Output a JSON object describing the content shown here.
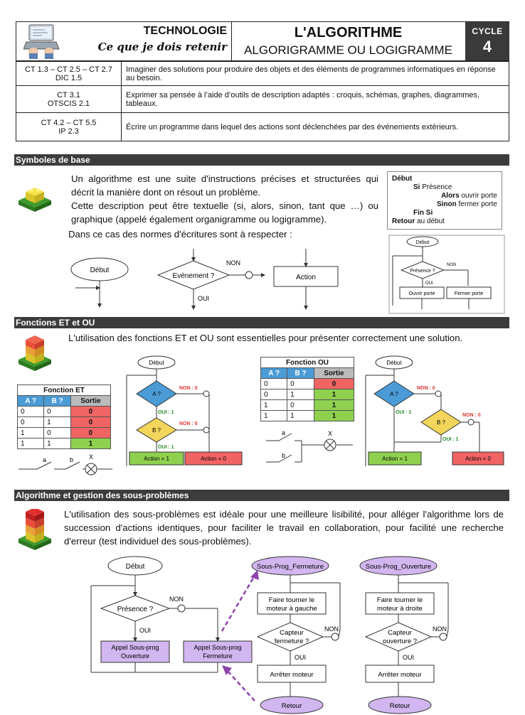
{
  "header": {
    "technologie": "TECHNOLOGIE",
    "subtitle": "Ce que je dois retenir",
    "title": "L'ALGORITHME",
    "subtitle2": "ALGORIGRAMME OU LOGIGRAMME",
    "cycle_label": "CYCLE",
    "cycle_num": "4"
  },
  "refs": [
    {
      "code1": "CT 1.3 – CT 2.5 – CT 2.7",
      "code2": "DIC 1.5",
      "text": "Imaginer des solutions pour produire des objets et des éléments de programmes informatiques en réponse au besoin."
    },
    {
      "code1": "CT 3.1",
      "code2": "OTSCIS 2.1",
      "text": "Exprimer sa pensée à l’aide d’outils de description adaptés : croquis, schémas, graphes, diagrammes, tableaux."
    },
    {
      "code1": "CT 4.2 – CT 5.5",
      "code2": "IP 2.3",
      "text": "Écrire un programme dans lequel des actions sont déclenchées par des événements extérieurs."
    }
  ],
  "section1": {
    "title": "Symboles de base",
    "p1": "Un algorithme est une suite d'instructions précises et structurées qui décrit la manière dont on résout un problème.",
    "p2": "Cette description peut être textuelle (si, alors, sinon, tant que …) ou graphique (appelé également organigramme ou logigramme).",
    "p3": "Dans ce cas des normes d'écritures sont à respecter :",
    "debut": "Début",
    "evenement": "Evènement ?",
    "non": "NON",
    "oui": "OUI",
    "action": "Action",
    "pseudo": {
      "l1": "Début",
      "l2a": "Si",
      "l2b": " Présence",
      "l3a": "Alors",
      "l3b": " ouvrir porte",
      "l4a": "Sinon",
      "l4b": " fermer porte",
      "l5": "Fin Si",
      "l6a": "Retour",
      "l6b": " au début"
    },
    "mini": {
      "debut": "Début",
      "presence": "Présence ?",
      "non": "NON",
      "oui": "OUI",
      "ouvrir": "Ouvrir porte",
      "fermer": "Fermer porte"
    }
  },
  "section2": {
    "title": "Fonctions ET et OU",
    "p1": "L'utilisation des fonctions ET et OU sont essentielles pour présenter correctement une solution.",
    "et": {
      "caption": "Fonction ET",
      "h": [
        "A ?",
        "B ?",
        "Sortie"
      ],
      "rows": [
        [
          "0",
          "0",
          "0"
        ],
        [
          "0",
          "1",
          "0"
        ],
        [
          "1",
          "0",
          "0"
        ],
        [
          "1",
          "1",
          "1"
        ]
      ]
    },
    "ou": {
      "caption": "Fonction OU",
      "h": [
        "A ?",
        "B ?",
        "Sortie"
      ],
      "rows": [
        [
          "0",
          "0",
          "0"
        ],
        [
          "0",
          "1",
          "1"
        ],
        [
          "1",
          "0",
          "1"
        ],
        [
          "1",
          "1",
          "1"
        ]
      ]
    },
    "flow": {
      "debut": "Début",
      "a": "A ?",
      "b": "B ?",
      "non0": "NON : 0",
      "oui1": "OUI : 1",
      "act1": "Action = 1",
      "act0": "Action = 0"
    },
    "circuit": {
      "a": "a",
      "b": "b",
      "x": "X"
    }
  },
  "section3": {
    "title": "Algorithme et gestion des sous-problèmes",
    "p1": "L'utilisation des sous-problèmes est idéale pour une meilleure lisibilité, pour alléger l'algorithme lors de succession d'actions identiques, pour faciliter le travail en collaboration, pour facilité une recherche d'erreur (test individuel des sous-problèmes).",
    "main": {
      "debut": "Début",
      "presence": "Présence ?",
      "non": "NON",
      "oui": "OUI",
      "appel1a": "Appel Sous-prog",
      "appel1b": "Ouverture",
      "appel2a": "Appel Sous-prog",
      "appel2b": "Fermeture"
    },
    "sp1": {
      "title": "Sous-Prog_Fermeture",
      "act1a": "Faire tourner le",
      "act1b": "moteur à gauche",
      "capa": "Capteur",
      "capb": "fermeture ?",
      "non": "NON",
      "oui": "OUI",
      "stop": "Arrêter moteur",
      "ret": "Retour"
    },
    "sp2": {
      "title": "Sous-Prog_Ouverture",
      "act1a": "Faire tourner le",
      "act1b": "moteur à droite",
      "capa": "Capteur",
      "capb": "ouverture ?",
      "non": "NON",
      "oui": "OUI",
      "stop": "Arrêter moteur",
      "ret": "Retour"
    }
  }
}
